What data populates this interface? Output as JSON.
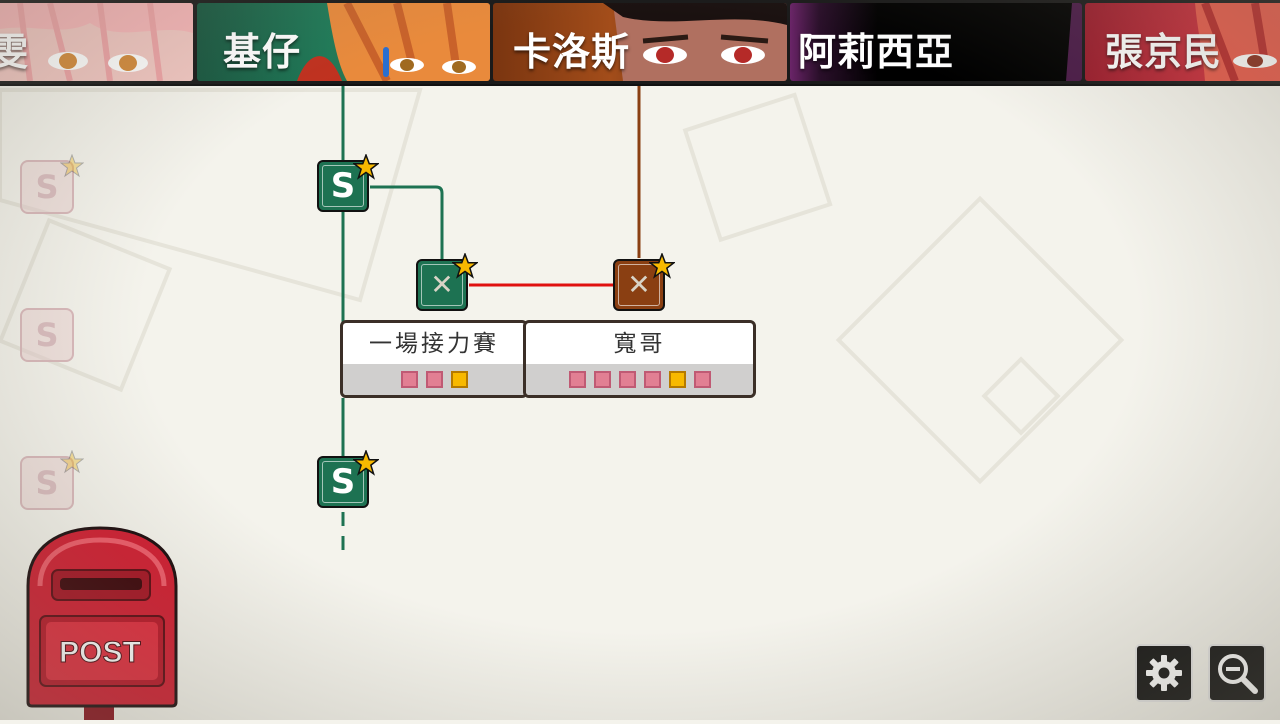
{
  "characters": [
    {
      "name": "",
      "color": "#8b2a3e"
    },
    {
      "name": "基仔",
      "color": "#1d6b50"
    },
    {
      "name": "卡洛斯",
      "color": "#8a3f12"
    },
    {
      "name": "阿莉西亞",
      "color": "#6a2468"
    },
    {
      "name": "張京民",
      "color": "#9a1c2c"
    }
  ],
  "cut_off_glyph": "雯",
  "nodes": [
    {
      "id": "s1",
      "letter": "S",
      "starred": true
    },
    {
      "id": "x1",
      "mark": "✕",
      "starred": true
    },
    {
      "id": "x2",
      "mark": "✕",
      "starred": true
    },
    {
      "id": "s2",
      "letter": "S",
      "starred": true
    }
  ],
  "ghost_nodes": [
    {
      "letter": "S",
      "starred": true
    },
    {
      "letter": "S",
      "starred": false
    },
    {
      "letter": "S",
      "starred": true
    }
  ],
  "cards": [
    {
      "title": "一場接力賽",
      "pips": [
        "pink",
        "pink",
        "gold"
      ]
    },
    {
      "title": "寬哥",
      "pips": [
        "pink",
        "pink",
        "pink",
        "pink",
        "gold",
        "pink"
      ]
    }
  ],
  "postbox": {
    "label": "POST"
  },
  "buttons": {
    "settings_icon": "gear-icon",
    "zoom_icon": "zoom-out-icon"
  },
  "colors": {
    "green": "#1d7252",
    "brown": "#8a3f12",
    "red_link": "#e01010",
    "star": "#f8b900"
  }
}
